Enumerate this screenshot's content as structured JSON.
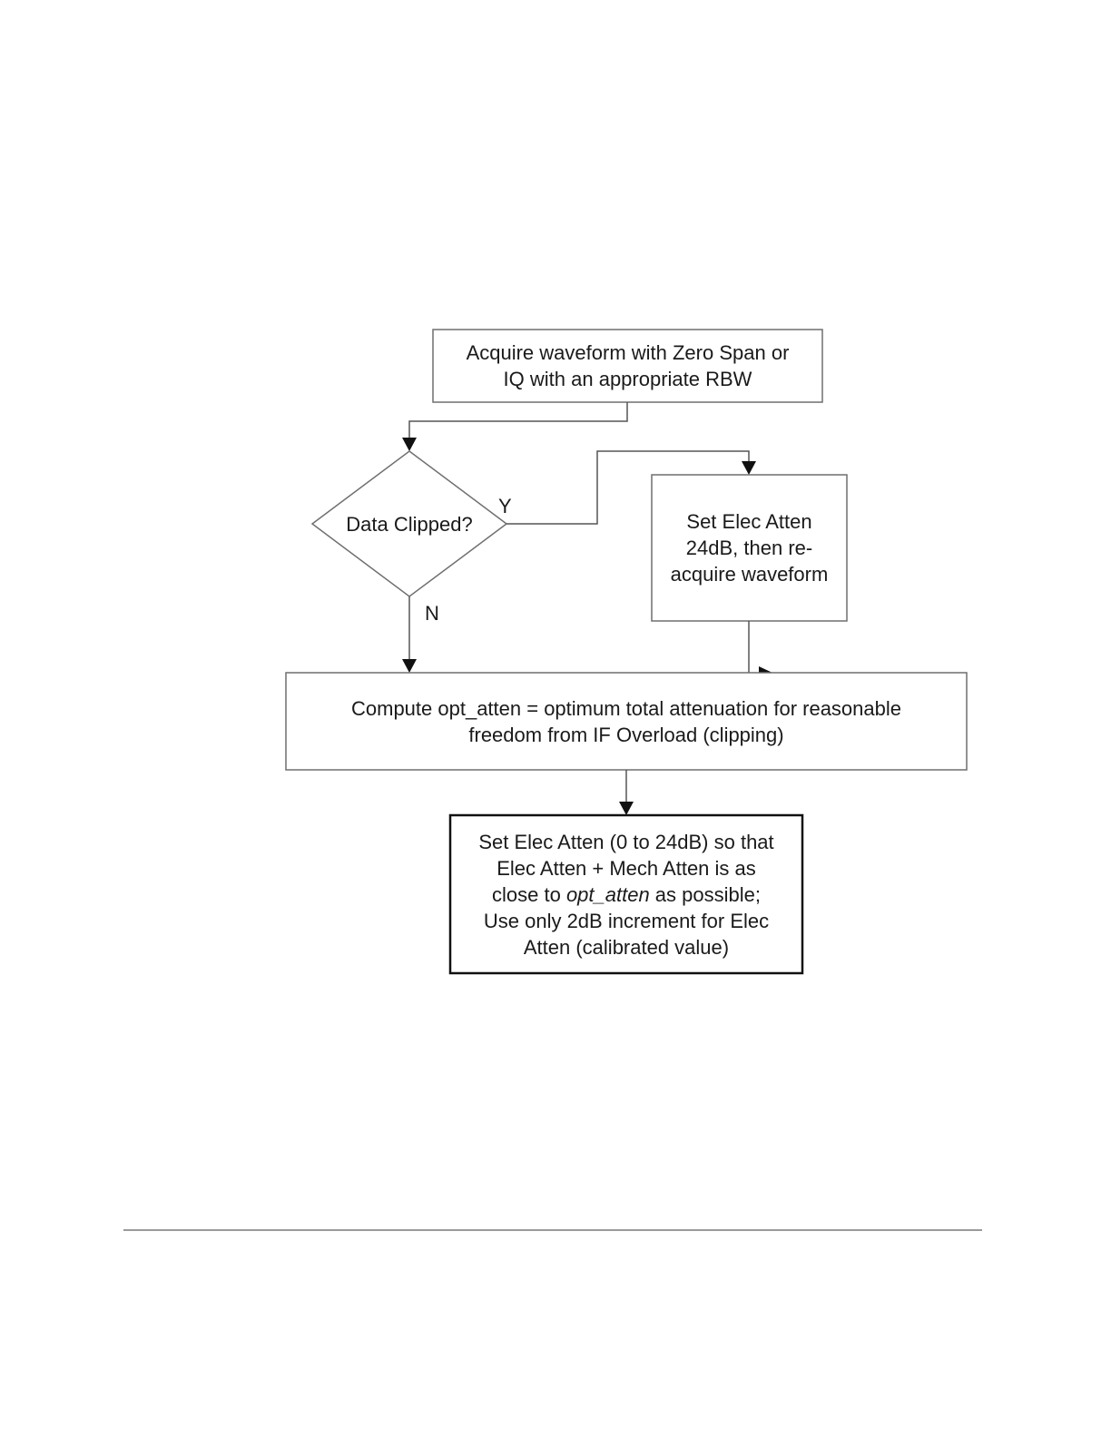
{
  "flowchart": {
    "acquire_box": {
      "line1": "Acquire waveform with Zero Span or",
      "line2": "IQ with an appropriate RBW"
    },
    "decision": {
      "text": "Data Clipped?",
      "yes_label": "Y",
      "no_label": "N"
    },
    "set_elec_box": {
      "line1": "Set Elec Atten",
      "line2": "24dB, then re-",
      "line3": "acquire waveform"
    },
    "compute_box": {
      "line1": "Compute opt_atten = optimum total attenuation for reasonable",
      "line2": "freedom from IF Overload (clipping)"
    },
    "final_box": {
      "line1": "Set Elec Atten (0 to 24dB) so that",
      "line2": "Elec Atten + Mech Atten is as",
      "line3_pre": "close to ",
      "line3_italic": "opt_atten",
      "line3_post": " as possible;",
      "line4": "Use only 2dB increment for Elec",
      "line5": "Atten (calibrated value)"
    }
  }
}
